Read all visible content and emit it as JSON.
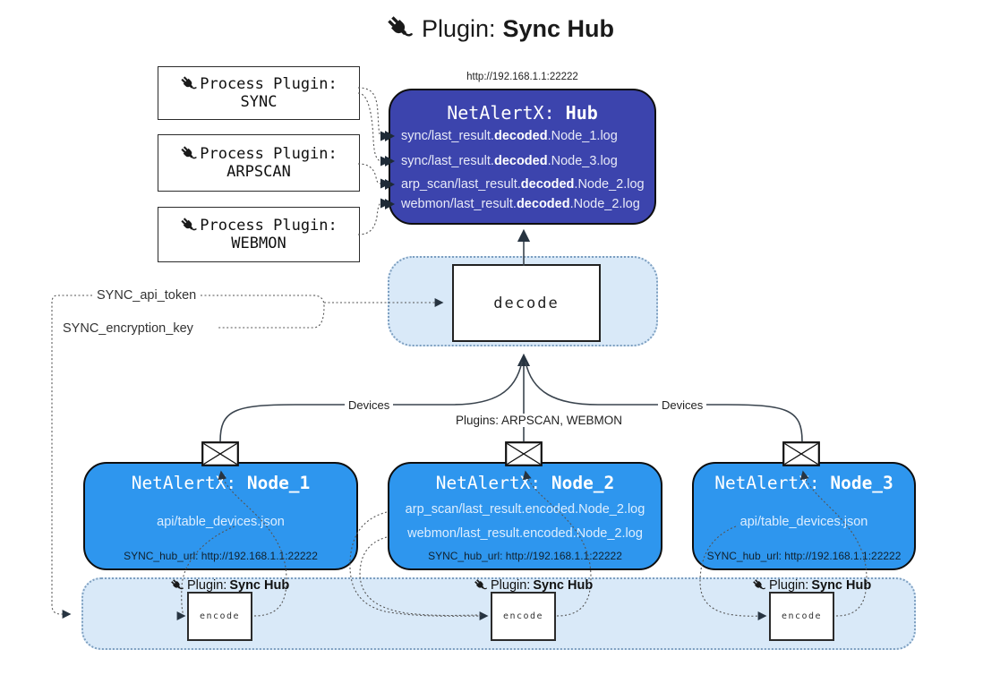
{
  "title": {
    "prefix": "Plugin: ",
    "bold": "Sync Hub"
  },
  "process_plugins": [
    {
      "line1": "Process Plugin:",
      "name": "SYNC"
    },
    {
      "line1": "Process Plugin:",
      "name": "ARPSCAN"
    },
    {
      "line1": "Process Plugin:",
      "name": "WEBMON"
    }
  ],
  "hub": {
    "url": "http://192.168.1.1:22222",
    "title_prefix": "NetAlertX: ",
    "title_bold": "Hub",
    "logs": [
      {
        "pre": "sync/last_result.",
        "bold": "decoded",
        "post": ".Node_1.log"
      },
      {
        "pre": "sync/last_result.",
        "bold": "decoded",
        "post": ".Node_3.log"
      },
      {
        "pre": "arp_scan/last_result.",
        "bold": "decoded",
        "post": ".Node_2.log"
      },
      {
        "pre": "webmon/last_result.",
        "bold": "decoded",
        "post": ".Node_2.log"
      }
    ]
  },
  "decode": {
    "label": "decode"
  },
  "keys": {
    "api_token": "SYNC_api_token",
    "encryption_key": "SYNC_encryption_key"
  },
  "edges": {
    "devices_left": "Devices",
    "devices_right": "Devices",
    "plugins": "Plugins: ARPSCAN, WEBMON"
  },
  "nodes": [
    {
      "title_prefix": "NetAlertX: ",
      "title_bold": "Node_1",
      "files": [
        "api/table_devices.json"
      ],
      "hub_url": "SYNC_hub_url: http://192.168.1.1:22222"
    },
    {
      "title_prefix": "NetAlertX: ",
      "title_bold": "Node_2",
      "files": [
        "arp_scan/last_result.encoded.Node_2.log",
        "webmon/last_result.encoded.Node_2.log"
      ],
      "hub_url": "SYNC_hub_url: http://192.168.1.1:22222"
    },
    {
      "title_prefix": "NetAlertX: ",
      "title_bold": "Node_3",
      "files": [
        "api/table_devices.json"
      ],
      "hub_url": "SYNC_hub_url: http://192.168.1.1:22222"
    }
  ],
  "encode_section": {
    "plugin_label_prefix": "Plugin: ",
    "plugin_label_bold": "Sync Hub",
    "encode_label": "encode"
  },
  "colors": {
    "hub_fill": "#3c44ad",
    "node_fill": "#2e96ee",
    "panel_fill": "#d9e9f8",
    "panel_border": "#7d9fc0"
  }
}
